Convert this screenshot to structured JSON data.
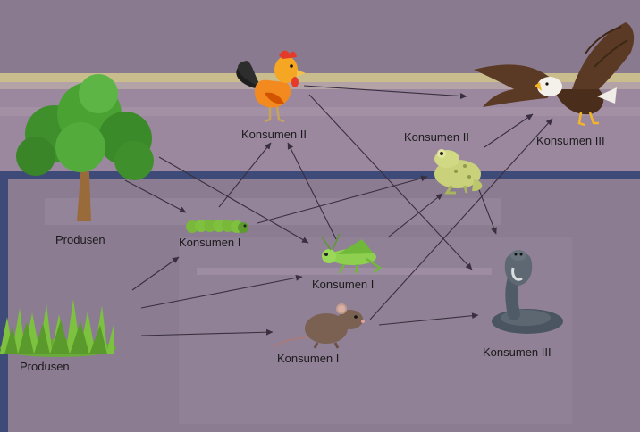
{
  "nodes": {
    "tree": {
      "label": "Produsen",
      "icon": "tree-icon"
    },
    "grass": {
      "label": "Produsen",
      "icon": "grass-icon"
    },
    "caterpillar": {
      "label": "Konsumen I",
      "icon": "caterpillar-icon"
    },
    "grasshopper": {
      "label": "Konsumen I",
      "icon": "grasshopper-icon"
    },
    "mouse": {
      "label": "Konsumen I",
      "icon": "mouse-icon"
    },
    "rooster": {
      "label": "Konsumen II",
      "icon": "rooster-icon"
    },
    "frog": {
      "label": "Konsumen II",
      "icon": "frog-icon"
    },
    "eagle": {
      "label": "Konsumen III",
      "icon": "eagle-icon"
    },
    "snake": {
      "label": "Konsumen III",
      "icon": "snake-icon"
    }
  },
  "edges": [
    [
      "tree",
      "caterpillar"
    ],
    [
      "tree",
      "grasshopper"
    ],
    [
      "grass",
      "caterpillar"
    ],
    [
      "grass",
      "grasshopper"
    ],
    [
      "grass",
      "mouse"
    ],
    [
      "caterpillar",
      "rooster"
    ],
    [
      "caterpillar",
      "frog"
    ],
    [
      "grasshopper",
      "rooster"
    ],
    [
      "grasshopper",
      "frog"
    ],
    [
      "rooster",
      "eagle"
    ],
    [
      "rooster",
      "snake"
    ],
    [
      "frog",
      "eagle"
    ],
    [
      "frog",
      "snake"
    ],
    [
      "mouse",
      "eagle"
    ],
    [
      "mouse",
      "snake"
    ]
  ],
  "colors": {
    "background": "#8e7d92",
    "wall": "#9b889f",
    "shelf": "#c9bd8e",
    "frame": "#3e4b78",
    "arrow": "#3a2f3f"
  }
}
